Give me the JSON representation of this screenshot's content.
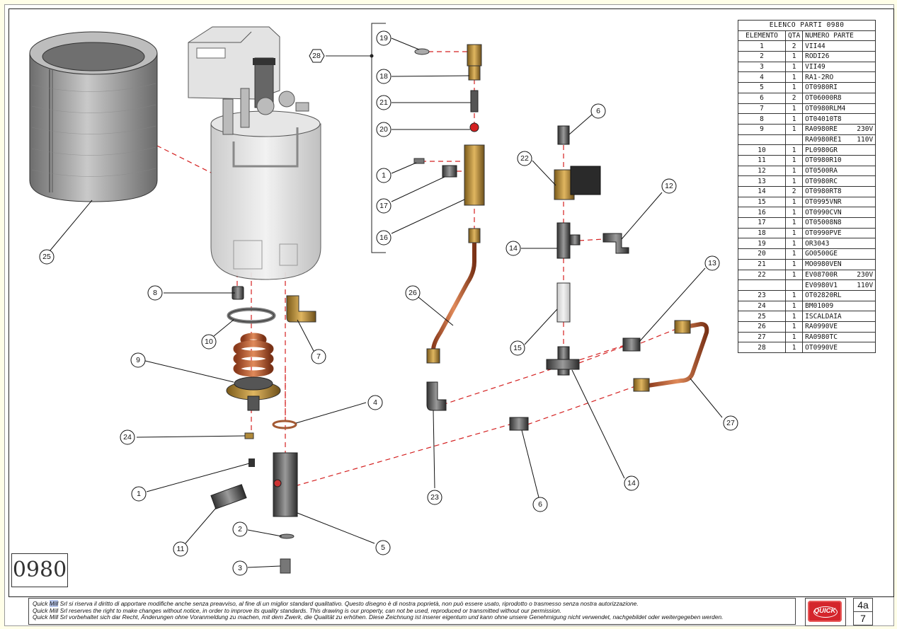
{
  "drawing_number": "0980",
  "parts_table": {
    "title": "ELENCO PARTI 0980",
    "headers": {
      "element": "ELEMENTO",
      "qty": "QTA",
      "part_number": "NUMERO PARTE"
    },
    "rows": [
      {
        "el": "1",
        "qty": "2",
        "pn": "VII44"
      },
      {
        "el": "2",
        "qty": "1",
        "pn": "RODI26"
      },
      {
        "el": "3",
        "qty": "1",
        "pn": "VII49"
      },
      {
        "el": "4",
        "qty": "1",
        "pn": "RA1-2RO"
      },
      {
        "el": "5",
        "qty": "1",
        "pn": "OT0980RI"
      },
      {
        "el": "6",
        "qty": "2",
        "pn": "OT06000R8"
      },
      {
        "el": "7",
        "qty": "1",
        "pn": "OT0980RLM4"
      },
      {
        "el": "8",
        "qty": "1",
        "pn": "OT04010T8"
      },
      {
        "el": "9",
        "qty": "1",
        "pn": "RA0980RE",
        "volt": "230V"
      },
      {
        "el": "",
        "qty": "",
        "pn": "RA0980RE1",
        "volt": "110V"
      },
      {
        "el": "10",
        "qty": "1",
        "pn": "PL0980GR"
      },
      {
        "el": "11",
        "qty": "1",
        "pn": "OT0980R10"
      },
      {
        "el": "12",
        "qty": "1",
        "pn": "OT0500RA"
      },
      {
        "el": "13",
        "qty": "1",
        "pn": "OT0980RC"
      },
      {
        "el": "14",
        "qty": "2",
        "pn": "OT0980RT8"
      },
      {
        "el": "15",
        "qty": "1",
        "pn": "OT0995VNR"
      },
      {
        "el": "16",
        "qty": "1",
        "pn": "OT0990CVN"
      },
      {
        "el": "17",
        "qty": "1",
        "pn": "OT05008N8"
      },
      {
        "el": "18",
        "qty": "1",
        "pn": "OT0990PVE"
      },
      {
        "el": "19",
        "qty": "1",
        "pn": "OR3043"
      },
      {
        "el": "20",
        "qty": "1",
        "pn": "GO0500GE"
      },
      {
        "el": "21",
        "qty": "1",
        "pn": "MO0980VEN"
      },
      {
        "el": "22",
        "qty": "1",
        "pn": "EV08700R",
        "volt": "230V"
      },
      {
        "el": "",
        "qty": "",
        "pn": "EV0980V1",
        "volt": "110V"
      },
      {
        "el": "23",
        "qty": "1",
        "pn": "OT02820RL"
      },
      {
        "el": "24",
        "qty": "1",
        "pn": "BM01009"
      },
      {
        "el": "25",
        "qty": "1",
        "pn": "ISCALDAIA"
      },
      {
        "el": "26",
        "qty": "1",
        "pn": "RA0990VE"
      },
      {
        "el": "27",
        "qty": "1",
        "pn": "RA0980TC"
      },
      {
        "el": "28",
        "qty": "1",
        "pn": "OT0990VE"
      }
    ]
  },
  "callouts": [
    "25",
    "8",
    "10",
    "7",
    "9",
    "4",
    "24",
    "1",
    "11",
    "2",
    "3",
    "5",
    "28",
    "19",
    "18",
    "21",
    "20",
    "1",
    "17",
    "16",
    "26",
    "23",
    "6",
    "22",
    "12",
    "14",
    "15",
    "13",
    "14",
    "6",
    "27"
  ],
  "footer": {
    "lines": [
      {
        "brand": "Quick",
        "highlight": "Mill",
        "rest": " Srl si riserva il diritto di apportare modifiche anche senza preavviso, al fine di un miglior standard qualitativo. Questo disegno è di nostra poprietà, non può essere usato, riprodotto o trasmesso senza nostra autorizzazione."
      },
      {
        "text": "Quick Mill Srl reserves the right to make changes without notice, in order to improve its quality standards. This drawing is our property, can not be used, reproduced or transmitted without our permission."
      },
      {
        "text": "Quick Mill Srl vorbehaltet sich dar Recht, Änderungen ohne Voranmeldung zu machen, mit dem Zwerk, die Qualität zu erhöhen. Diese Zeichnung ist inserer eigentum und kann ohne unsere Genehmigung nicht verwendet, nachgebildet oder weitergegeben werden."
      }
    ],
    "logo_text": "QUICK",
    "sheet_top": "4a",
    "sheet_bottom": "7"
  },
  "colors": {
    "copper": "#c8603a",
    "brass": "#b08a3a",
    "leader_red": "#d42020",
    "steel": "#8e8e8e"
  }
}
